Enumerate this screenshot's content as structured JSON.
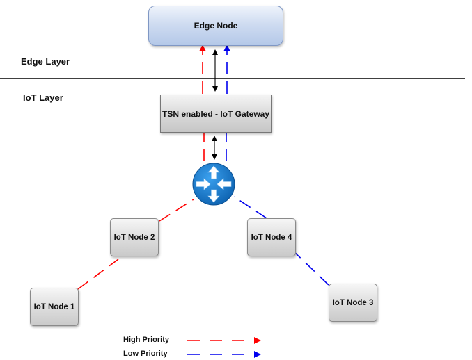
{
  "diagram": {
    "edge_node": {
      "label": "Edge Node"
    },
    "layers": {
      "edge_label": "Edge Layer",
      "iot_label": "IoT Layer"
    },
    "gateway": {
      "label": "TSN enabled - IoT Gateway"
    },
    "nodes": {
      "node1": "IoT Node 1",
      "node2": "IoT Node 2",
      "node3": "IoT Node 3",
      "node4": "IoT Node 4"
    },
    "legend": {
      "high": "High Priority",
      "low": "Low Priority"
    },
    "colors": {
      "high": "#ff0000",
      "low": "#0000ee",
      "router": "#1e7fd0",
      "bidirectional": "#000000"
    },
    "icons": {
      "router": "router-icon"
    }
  }
}
